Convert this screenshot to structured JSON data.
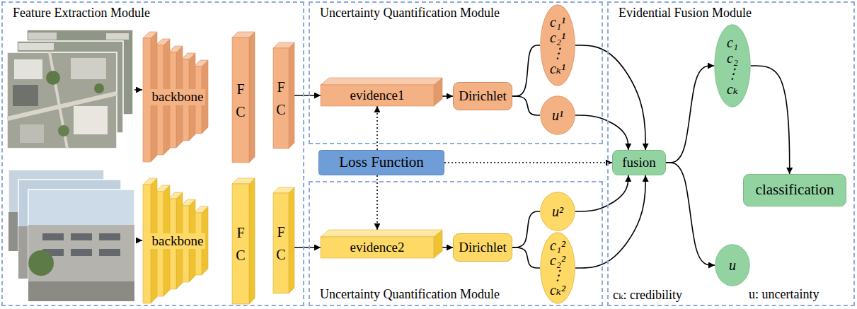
{
  "diagram": {
    "nodes": [
      {
        "text": [
          "Feature Extraction Module"
        ]
      },
      {
        "text": [
          "backbone"
        ],
        "in": 0
      },
      {
        "text": [
          "F C"
        ],
        "in": 0
      },
      {
        "text": [
          "F C"
        ],
        "in": 0
      },
      {
        "text": [
          "backbone"
        ],
        "in": 0
      },
      {
        "text": [
          "F C"
        ],
        "in": 0
      },
      {
        "text": [
          "F C"
        ],
        "in": 0
      },
      {
        "text": [
          "Uncertainty Quantification Module"
        ]
      },
      {
        "text": [
          "evidence1"
        ],
        "in": 7
      },
      {
        "text": [
          "Dirichlet"
        ],
        "in": 7
      },
      {
        "text": [
          "c₁¹",
          "c₂¹",
          "⋮",
          "cₖ¹"
        ],
        "in": 7
      },
      {
        "text": [
          "u¹"
        ],
        "in": 7
      },
      {
        "text": [
          "Loss Function"
        ]
      },
      {
        "text": [
          "Uncertainty Quantification Module"
        ]
      },
      {
        "text": [
          "evidence2"
        ],
        "in": 13
      },
      {
        "text": [
          "Dirichlet"
        ],
        "in": 13
      },
      {
        "text": [
          "u²"
        ],
        "in": 13
      },
      {
        "text": [
          "c₁²",
          "c₂²",
          "⋮",
          "cₖ²"
        ],
        "in": 13
      },
      {
        "text": [
          "Evidential Fusion Module"
        ]
      },
      {
        "text": [
          "fusion"
        ],
        "in": 18
      },
      {
        "text": [
          "c₁",
          "c₂",
          "⋮",
          "cₖ"
        ],
        "in": 18
      },
      {
        "text": [
          "u"
        ],
        "in": 18
      },
      {
        "text": [
          "classification"
        ],
        "in": 18
      }
    ],
    "edges": [
      {
        "from": 3,
        "to": 8,
        "arrow": "to"
      },
      {
        "from": 8,
        "to": 9,
        "arrow": "to"
      },
      {
        "from": 9,
        "to": 10,
        "arrow": "none"
      },
      {
        "from": 9,
        "to": 11,
        "arrow": "none"
      },
      {
        "from": 10,
        "to": 19,
        "arrow": "to"
      },
      {
        "from": 11,
        "to": 19,
        "arrow": "to"
      },
      {
        "from": 12,
        "to": 8,
        "arrow": "to"
      },
      {
        "from": 12,
        "to": 14,
        "arrow": "to"
      },
      {
        "from": 12,
        "to": 19,
        "arrow": "to"
      },
      {
        "from": 6,
        "to": 14,
        "arrow": "to"
      },
      {
        "from": 14,
        "to": 15,
        "arrow": "to"
      },
      {
        "from": 15,
        "to": 16,
        "arrow": "none"
      },
      {
        "from": 15,
        "to": 17,
        "arrow": "none"
      },
      {
        "from": 16,
        "to": 19,
        "arrow": "to"
      },
      {
        "from": 17,
        "to": 19,
        "arrow": "to"
      },
      {
        "from": 19,
        "to": 20,
        "arrow": "to"
      },
      {
        "from": 19,
        "to": 21,
        "arrow": "to"
      },
      {
        "from": 20,
        "to": 22,
        "arrow": "to"
      }
    ],
    "labels": [
      "cₖ: credibility",
      "u: uncertainty"
    ]
  }
}
